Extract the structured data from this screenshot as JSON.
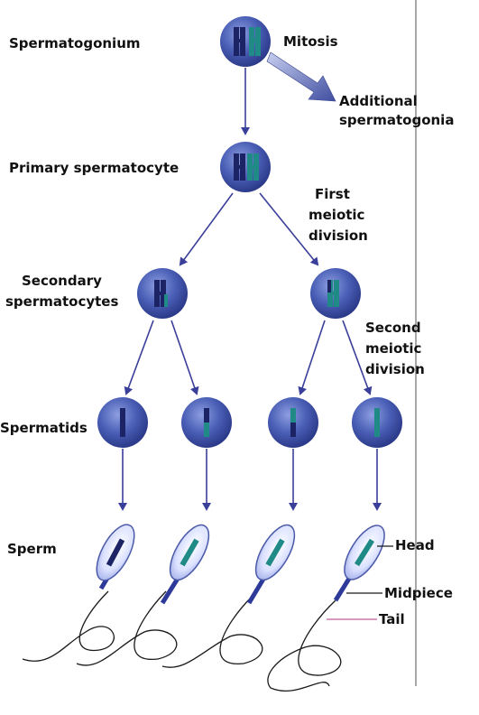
{
  "labels": {
    "spermatogonium": "Spermatogonium",
    "mitosis": "Mitosis",
    "additional_1": "Additional",
    "additional_2": "spermatogonia",
    "primary": "Primary spermatocyte",
    "first_1": "First",
    "first_2": "meiotic",
    "first_3": "division",
    "secondary_1": "Secondary",
    "secondary_2": "spermatocytes",
    "second_1": "Second",
    "second_2": "meiotic",
    "second_3": "division",
    "spermatids": "Spermatids",
    "sperm": "Sperm",
    "head": "Head",
    "midpiece": "Midpiece",
    "tail": "Tail"
  },
  "colors": {
    "cell_fill": "#3a4fa8",
    "cell_light": "#7f8fd6",
    "chrom_dark": "#1c2466",
    "chrom_teal": "#1f8a86",
    "arrow": "#3a3f9a",
    "big_arrow": "#4b5aa8",
    "tail": "#1a1a1a",
    "border_line": "#8a8a8a"
  },
  "icons": {
    "arrow": "down-arrow-icon",
    "cell": "cell-icon"
  }
}
